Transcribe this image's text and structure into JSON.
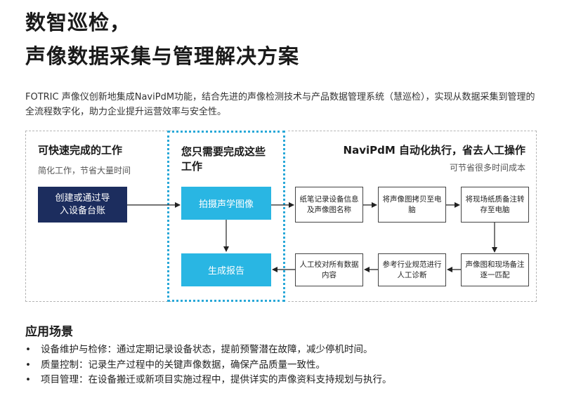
{
  "title": {
    "line1": "数智巡检，",
    "line2": "声像数据采集与管理解决方案"
  },
  "intro": "FOTRIC 声像仪创新地集成NaviPdM功能，结合先进的声像检测技术与产品数据管理系统（慧巡检），实现从数据采集到管理的全流程数字化，助力企业提升运营效率与安全性。",
  "diagram": {
    "left": {
      "title": "可快速完成的工作",
      "subtitle": "简化工作，节省大量时间",
      "box": "创建或通过导入设备台账"
    },
    "middle": {
      "title": "您只需要完成这些工作",
      "box_top": "拍摄声学图像",
      "box_bottom": "生成报告"
    },
    "right": {
      "title": "NaviPdM 自动化执行，省去人工操作",
      "subtitle": "可节省很多时间成本",
      "steps": [
        "纸笔记录设备信息及声像图名称",
        "将声像图拷贝至电脑",
        "将现场纸质备注转存至电脑",
        "声像图和现场备注逐一匹配",
        "参考行业规范进行人工诊断",
        "人工校对所有数据内容"
      ]
    },
    "colors": {
      "navy": "#1c2d5e",
      "cyan": "#29b6e3",
      "dotted_border": "#29a8d8"
    }
  },
  "applications": {
    "heading": "应用场景",
    "items": [
      "设备维护与检修：通过定期记录设备状态，提前预警潜在故障，减少停机时间。",
      "质量控制：记录生产过程中的关键声像数据，确保产品质量一致性。",
      "项目管理：在设备搬迁或新项目实施过程中，提供详实的声像资料支持规划与执行。"
    ]
  }
}
